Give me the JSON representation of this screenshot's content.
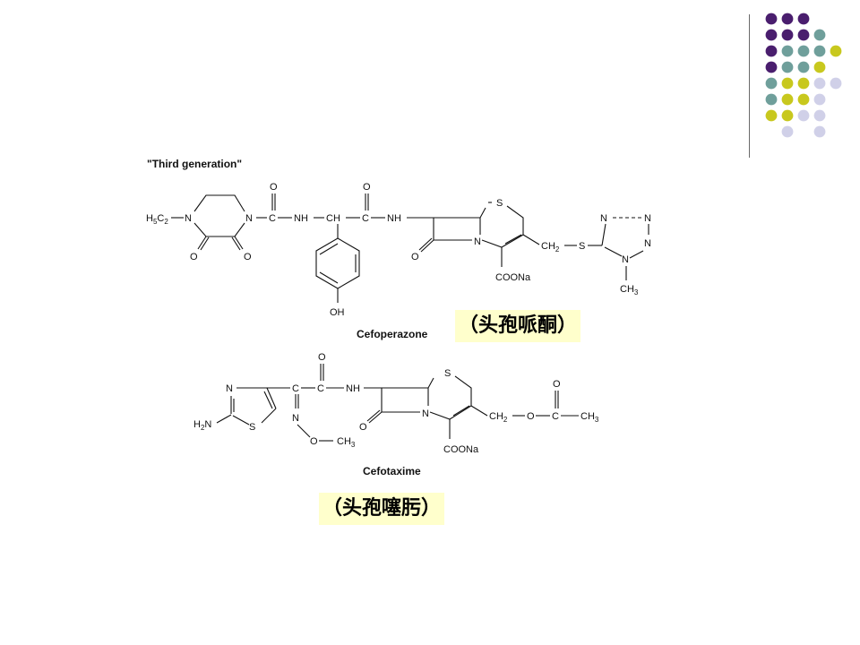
{
  "slide": {
    "heading": "\"Third generation\"",
    "compounds": [
      {
        "name": "Cefoperazone",
        "chinese_label": "（头孢哌酮）",
        "atoms": {
          "ethyl": "H5C2",
          "n1": "N",
          "n2": "N",
          "o_left": "O",
          "o_right": "O",
          "c1": "C",
          "o_c1": "O",
          "nh1": "NH",
          "ch": "CH",
          "c2": "C",
          "o_c2": "O",
          "nh2": "NH",
          "s_ring": "S",
          "n_ring": "N",
          "o_lactam": "O",
          "coona": "COONa",
          "ch2": "CH2",
          "s_link": "S",
          "tz_n1": "N",
          "tz_n2": "N",
          "tz_n3": "N",
          "tz_n4": "N",
          "ch3": "CH3",
          "oh": "OH"
        }
      },
      {
        "name": "Cefotaxime",
        "chinese_label": "（头孢噻肟）",
        "atoms": {
          "h2n": "H2N",
          "thz_n": "N",
          "thz_s": "S",
          "c1": "C",
          "c2": "C",
          "o_c2": "O",
          "nh": "NH",
          "n_oxime": "N",
          "o_oxime": "O",
          "ch3_oxime": "CH3",
          "s_ring": "S",
          "n_ring": "N",
          "o_lactam": "O",
          "coona": "COONa",
          "ch2": "CH2",
          "o_ester": "O",
          "c_ester": "C",
          "o_c_ester": "O",
          "ch3": "CH3"
        }
      }
    ]
  },
  "decoration": {
    "colors": {
      "purple": "#4a1e6e",
      "teal": "#6f9f9b",
      "olive": "#c8c81e",
      "lavender": "#d0d0e8",
      "label_bg": "#ffffcc"
    }
  }
}
